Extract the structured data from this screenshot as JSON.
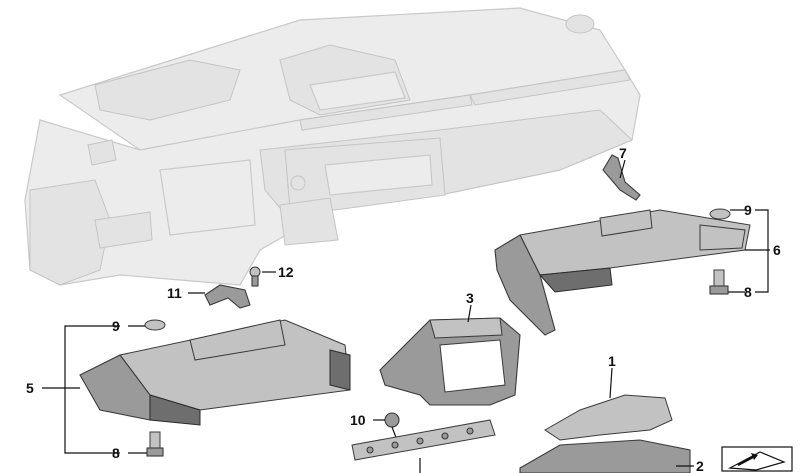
{
  "callouts": {
    "c1": "1",
    "c2": "2",
    "c3": "3",
    "c5": "5",
    "c6": "6",
    "c7": "7",
    "c8a": "8",
    "c8b": "8",
    "c9a": "9",
    "c9b": "9",
    "c10": "10",
    "c11": "11",
    "c12": "12"
  },
  "colors": {
    "ghost": "#ececec",
    "part": "#9a9a9a",
    "ink": "#111111"
  },
  "icons": {
    "corner": "view-direction-arrow-icon"
  }
}
